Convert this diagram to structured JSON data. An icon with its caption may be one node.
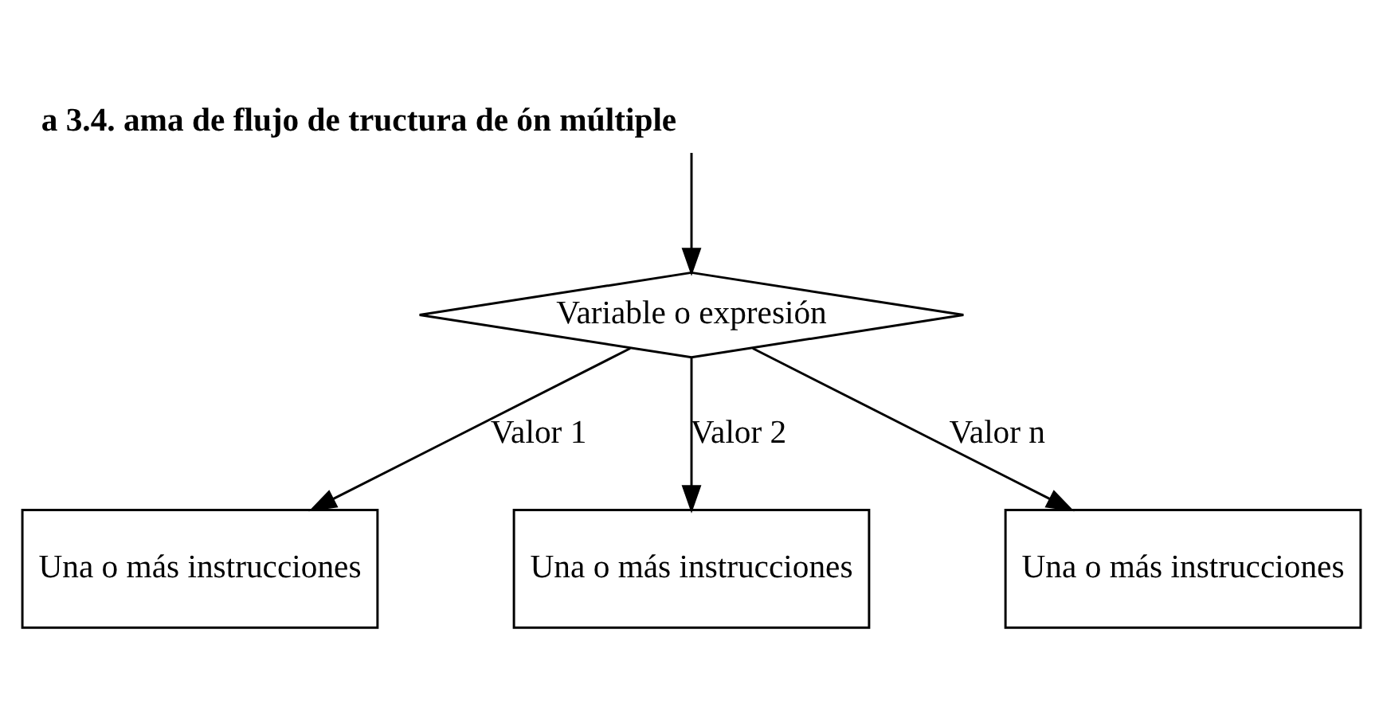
{
  "diagram": {
    "title": "a 3.4. ama de flujo de tructura de ón múltiple",
    "nodes": [
      {
        "text": [
          "Variable o expresión"
        ]
      },
      {
        "text": [
          "Una o más instrucciones"
        ]
      },
      {
        "text": [
          "Una o más instrucciones"
        ]
      },
      {
        "text": [
          "Una o más instrucciones"
        ]
      }
    ],
    "edges": [
      {
        "from": null,
        "to": 0,
        "arrow": "to"
      },
      {
        "from": 0,
        "to": 1,
        "arrow": "to",
        "label": "Valor 1"
      },
      {
        "from": 0,
        "to": 2,
        "arrow": "to",
        "label": "Valor 2"
      },
      {
        "from": 0,
        "to": 3,
        "arrow": "to",
        "label": "Valor n"
      }
    ]
  }
}
